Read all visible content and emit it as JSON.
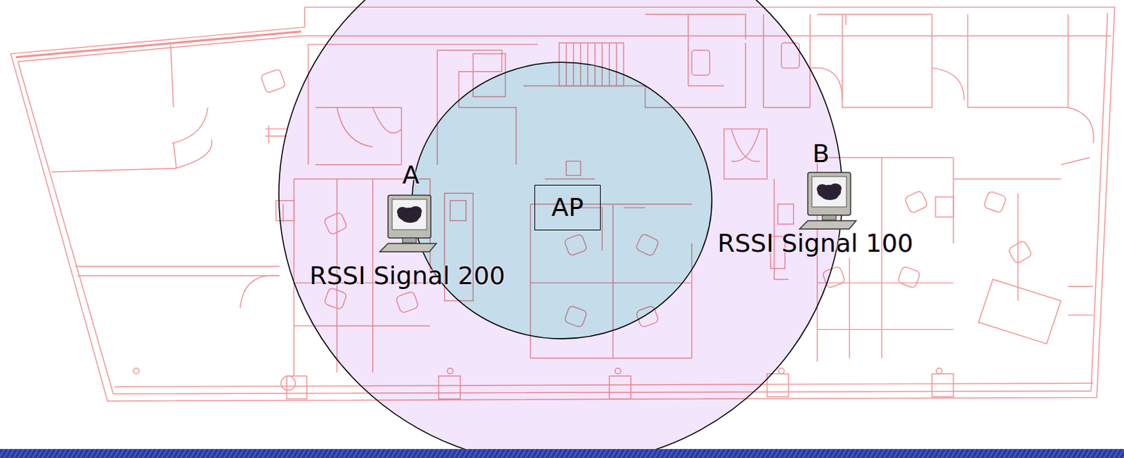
{
  "diagram": {
    "nodes": [
      {
        "text": [
          "AP"
        ]
      }
    ],
    "labels": [
      "A",
      "RSSI Signal 200",
      "B",
      "RSSI Signal 100"
    ]
  }
}
